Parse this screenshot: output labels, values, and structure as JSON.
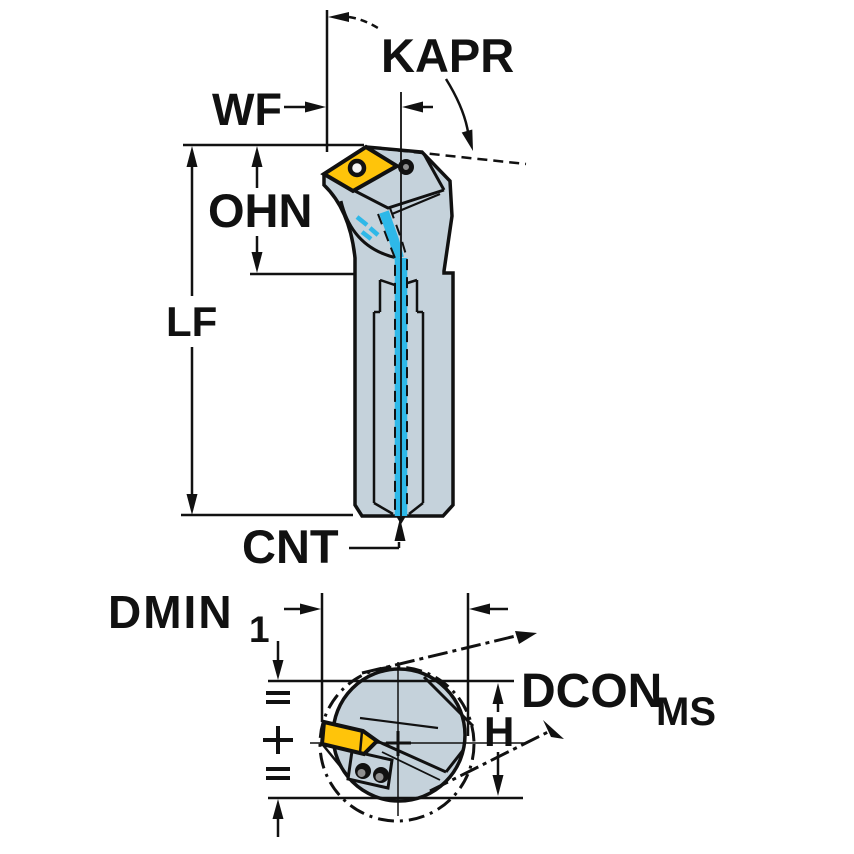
{
  "labels": {
    "kapr": "KAPR",
    "wf": "WF",
    "ohn": "OHN",
    "lf": "LF",
    "cnt": "CNT",
    "dmin": "DMIN",
    "dmin_sub": "1",
    "dcon": "DCON",
    "dcon_sub": "MS",
    "h": "H"
  },
  "colors": {
    "background": "#ffffff",
    "line": "#111111",
    "tool_body": "#c5d2db",
    "insert": "#ffc40a",
    "coolant": "#2eb8e8",
    "screw_gray": "#8f8f8f"
  }
}
